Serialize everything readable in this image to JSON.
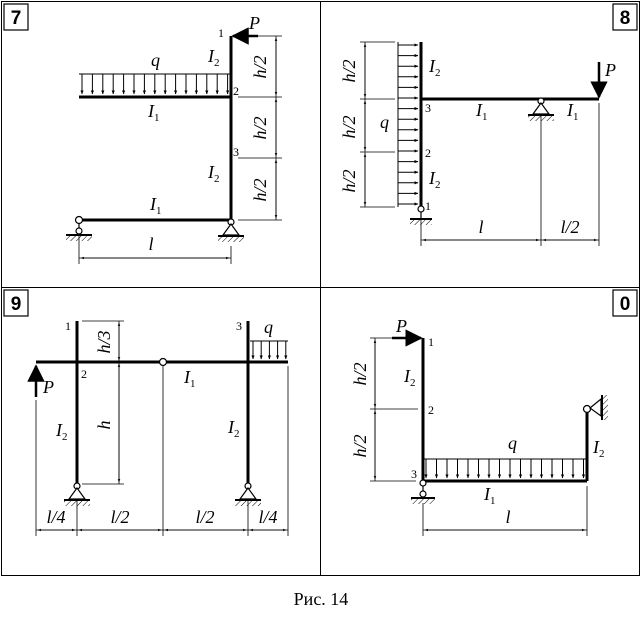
{
  "caption": "Рис. 14",
  "panels": [
    {
      "id": "7",
      "nodes": [
        "1",
        "2",
        "3"
      ],
      "force": {
        "symbol": "P"
      },
      "load": {
        "symbol": "q"
      },
      "members": [
        {
          "symbol": "I",
          "sub": "2"
        },
        {
          "symbol": "I",
          "sub": "1"
        },
        {
          "symbol": "I",
          "sub": "2"
        },
        {
          "symbol": "I",
          "sub": "1"
        }
      ],
      "dimensions": [
        "h/2",
        "h/2",
        "h/2",
        "l"
      ]
    },
    {
      "id": "8",
      "nodes": [
        "3",
        "2",
        "1"
      ],
      "force": {
        "symbol": "P"
      },
      "load": {
        "symbol": "q"
      },
      "members": [
        {
          "symbol": "I",
          "sub": "2"
        },
        {
          "symbol": "I",
          "sub": "1"
        },
        {
          "symbol": "I",
          "sub": "1"
        },
        {
          "symbol": "I",
          "sub": "2"
        }
      ],
      "dimensions": [
        "h/2",
        "h/2",
        "h/2",
        "l",
        "l/2"
      ]
    },
    {
      "id": "9",
      "nodes": [
        "1",
        "2",
        "3"
      ],
      "force": {
        "symbol": "P"
      },
      "load": {
        "symbol": "q"
      },
      "members": [
        {
          "symbol": "I",
          "sub": "1"
        },
        {
          "symbol": "I",
          "sub": "2"
        },
        {
          "symbol": "I",
          "sub": "2"
        }
      ],
      "dimensions": [
        "h/3",
        "h",
        "l/4",
        "l/2",
        "l/2",
        "l/4"
      ]
    },
    {
      "id": "0",
      "nodes": [
        "1",
        "2",
        "3"
      ],
      "force": {
        "symbol": "P"
      },
      "load": {
        "symbol": "q"
      },
      "members": [
        {
          "symbol": "I",
          "sub": "2"
        },
        {
          "symbol": "I",
          "sub": "2"
        },
        {
          "symbol": "I",
          "sub": "1"
        }
      ],
      "dimensions": [
        "h/2",
        "h/2",
        "l"
      ]
    }
  ]
}
